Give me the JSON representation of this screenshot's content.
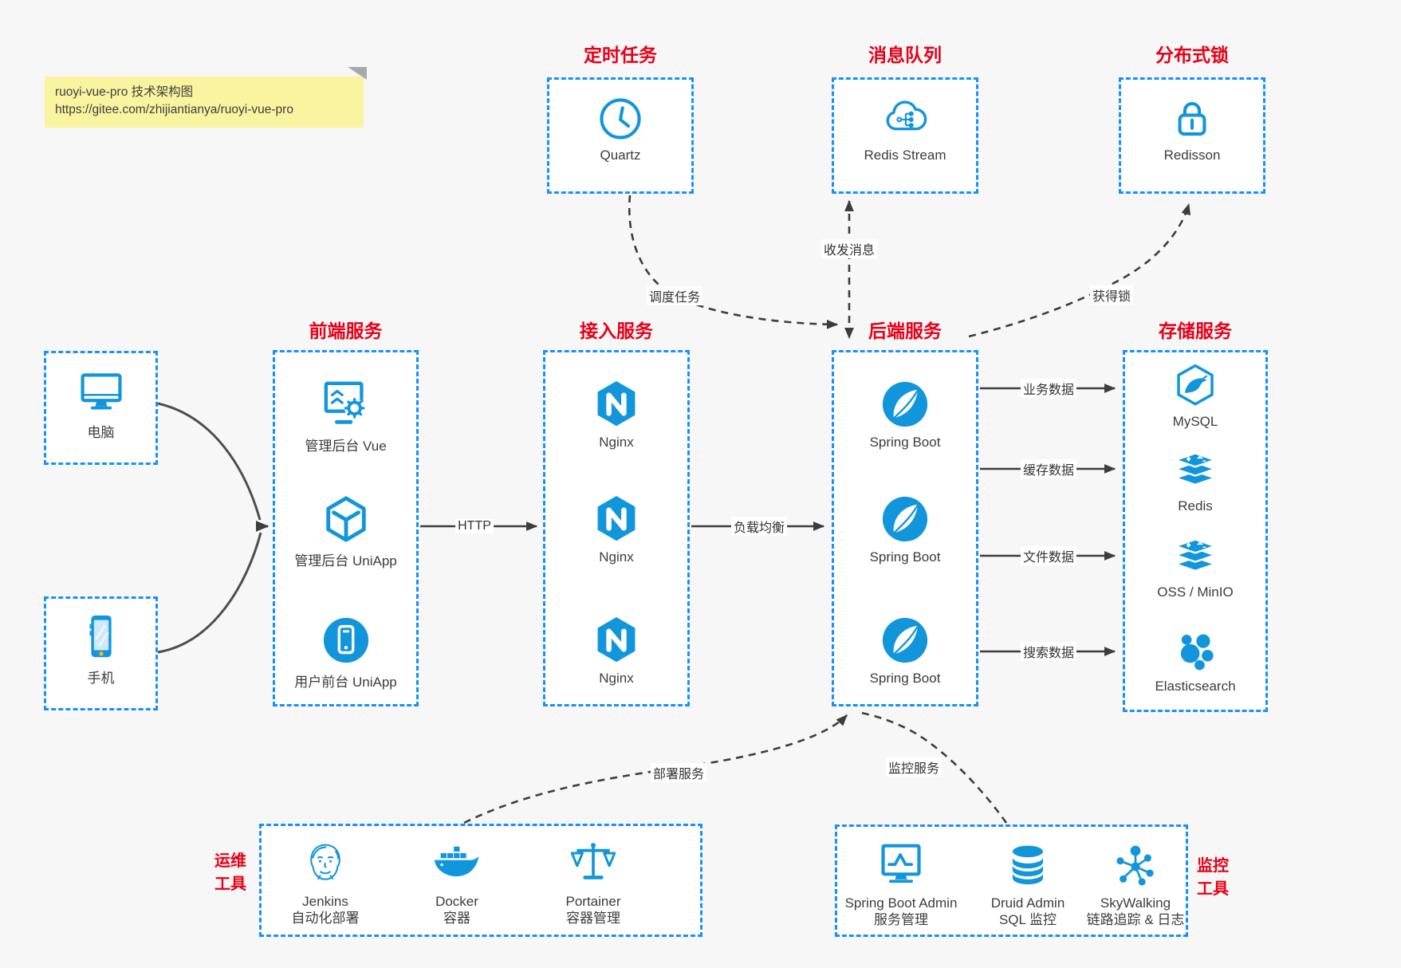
{
  "note": {
    "line1": "ruoyi-vue-pro 技术架构图",
    "line2": "https://gitee.com/zhijiantianya/ruoyi-vue-pro"
  },
  "groups": {
    "scheduled": {
      "title": "定时任务",
      "items": [
        {
          "label": "Quartz",
          "icon": "clock-icon"
        }
      ]
    },
    "mq": {
      "title": "消息队列",
      "items": [
        {
          "label": "Redis Stream",
          "icon": "cloud-stream-icon"
        }
      ]
    },
    "lock": {
      "title": "分布式锁",
      "items": [
        {
          "label": "Redisson",
          "icon": "padlock-icon"
        }
      ]
    },
    "devices": {
      "items": [
        {
          "label": "电脑",
          "icon": "desktop-icon"
        },
        {
          "label": "手机",
          "icon": "smartphone-icon"
        }
      ]
    },
    "frontend": {
      "title": "前端服务",
      "items": [
        {
          "label": "管理后台 Vue",
          "icon": "admin-vue-icon"
        },
        {
          "label": "管理后台 UniApp",
          "icon": "uniapp-cube-icon"
        },
        {
          "label": "用户前台 UniApp",
          "icon": "user-uniapp-icon"
        }
      ]
    },
    "gateway": {
      "title": "接入服务",
      "items": [
        {
          "label": "Nginx",
          "icon": "nginx-icon"
        },
        {
          "label": "Nginx",
          "icon": "nginx-icon"
        },
        {
          "label": "Nginx",
          "icon": "nginx-icon"
        }
      ]
    },
    "backend": {
      "title": "后端服务",
      "items": [
        {
          "label": "Spring Boot",
          "icon": "spring-boot-icon"
        },
        {
          "label": "Spring Boot",
          "icon": "spring-boot-icon"
        },
        {
          "label": "Spring Boot",
          "icon": "spring-boot-icon"
        }
      ]
    },
    "storage": {
      "title": "存储服务",
      "items": [
        {
          "label": "MySQL",
          "icon": "mysql-icon"
        },
        {
          "label": "Redis",
          "icon": "redis-stack-icon"
        },
        {
          "label": "OSS / MinIO",
          "icon": "oss-stack-icon"
        },
        {
          "label": "Elasticsearch",
          "icon": "elasticsearch-icon"
        }
      ]
    },
    "ops": {
      "title_line1": "运维",
      "title_line2": "工具",
      "items": [
        {
          "name": "Jenkins",
          "desc": "自动化部署",
          "icon": "jenkins-icon"
        },
        {
          "name": "Docker",
          "desc": "容器",
          "icon": "docker-icon"
        },
        {
          "name": "Portainer",
          "desc": "容器管理",
          "icon": "portainer-icon"
        }
      ]
    },
    "monitoring": {
      "title_line1": "监控",
      "title_line2": "工具",
      "items": [
        {
          "name": "Spring Boot Admin",
          "desc": "服务管理",
          "icon": "spring-boot-admin-icon"
        },
        {
          "name": "Druid Admin",
          "desc": "SQL 监控",
          "icon": "druid-database-icon"
        },
        {
          "name": "SkyWalking",
          "desc": "链路追踪 & 日志",
          "icon": "skywalking-icon"
        }
      ]
    }
  },
  "edges": {
    "http": "HTTP",
    "load_balance": "负载均衡",
    "schedule": "调度任务",
    "message": "收发消息",
    "acquire_lock": "获得锁",
    "business_data": "业务数据",
    "cache_data": "缓存数据",
    "file_data": "文件数据",
    "search_data": "搜索数据",
    "deploy": "部署服务",
    "monitor": "监控服务"
  },
  "colors": {
    "icon_blue": "#1296db",
    "border_blue": "#1890ff",
    "title_red": "#e60018",
    "note_bg": "#faf3a0",
    "arrow_dark": "#3d3d3d"
  }
}
